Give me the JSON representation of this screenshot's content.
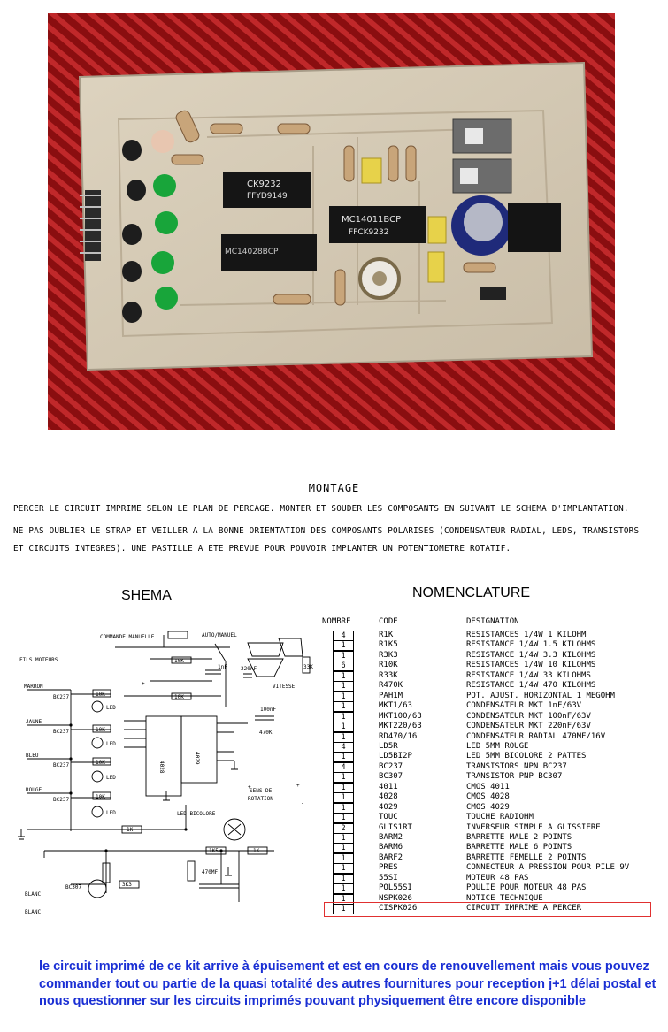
{
  "photo": {
    "chip_labels": [
      "CK9232",
      "FFYD9149",
      "MC14028BCP",
      "MC14011BCP",
      "FFCK9232"
    ]
  },
  "montage": {
    "title": "MONTAGE",
    "lines": [
      "PERCER LE CIRCUIT IMPRIME SELON LE PLAN  DE PERCAGE. MONTER ET SOUDER LES COMPOSANTS EN SUIVANT LE SCHEMA D'IMPLANTATION.",
      "NE PAS OUBLIER LE STRAP ET VEILLER A LA BONNE ORIENTATION DES COMPOSANTS POLARISES (CONDENSATEUR RADIAL, LEDS, TRANSISTORS",
      "ET CIRCUITS INTEGRES). UNE PASTILLE A ETE PREVUE POUR  POUVOIR  IMPLANTER UN POTENTIOMETRE ROTATIF."
    ]
  },
  "shema": {
    "heading": "SHEMA",
    "labels": {
      "commande": "COMMANDE MANUELLE",
      "auto": "AUTO/MANUEL",
      "fils": "FILS MOTEURS",
      "marron": "MARRON",
      "jaune": "JAUNE",
      "bleu": "BLEU",
      "rouge": "ROUGE",
      "blanc1": "BLANC",
      "blanc2": "BLANC",
      "bc237": "BC237",
      "bc307": "BC307",
      "led": "LED",
      "led_bicolore": "LED BICOLORE",
      "sens": "SENS DE",
      "rotation": "ROTATION",
      "vitesse": "VITESSE",
      "r10k": "10K",
      "r1k": "1K",
      "r1k5": "1K5",
      "r3k3": "3K3",
      "r33k": "33K",
      "r470k": "470K",
      "c1nf": "1nF",
      "c220nf": "220nF",
      "c100nf": "100nF",
      "c470mf": "470MF",
      "ic4028": "4028",
      "ic4029": "4029",
      "plus": "+",
      "minus": "-"
    }
  },
  "nomenclature": {
    "heading": "NOMENCLATURE",
    "col_nombre": "NOMBRE",
    "col_code": "CODE",
    "col_designation": "DESIGNATION",
    "rows": [
      {
        "qty": "4",
        "code": "R1K",
        "designation": "RESISTANCES 1/4W 1 KILOHM"
      },
      {
        "qty": "1",
        "code": "R1K5",
        "designation": "RESISTANCE 1/4W 1.5 KILOHMS"
      },
      {
        "qty": "1",
        "code": "R3K3",
        "designation": "RESISTANCE 1/4W 3.3 KILOHMS"
      },
      {
        "qty": "6",
        "code": "R10K",
        "designation": "RESISTANCES 1/4W 10 KILOHMS"
      },
      {
        "qty": "1",
        "code": "R33K",
        "designation": "RESISTANCE 1/4W 33 KILOHMS"
      },
      {
        "qty": "1",
        "code": "R470K",
        "designation": "RESISTANCE 1/4W 470 KILOHMS"
      },
      {
        "qty": "1",
        "code": "PAH1M",
        "designation": "POT. AJUST. HORIZONTAL 1 MEGOHM"
      },
      {
        "qty": "1",
        "code": "MKT1/63",
        "designation": "CONDENSATEUR MKT 1nF/63V"
      },
      {
        "qty": "1",
        "code": "MKT100/63",
        "designation": "CONDENSATEUR MKT 100nF/63V"
      },
      {
        "qty": "1",
        "code": "MKT220/63",
        "designation": "CONDENSATEUR MKT 220nF/63V"
      },
      {
        "qty": "1",
        "code": "RD470/16",
        "designation": "CONDENSATEUR RADIAL 470MF/16V"
      },
      {
        "qty": "4",
        "code": "LD5R",
        "designation": "LED 5MM ROUGE"
      },
      {
        "qty": "1",
        "code": "LD5BI2P",
        "designation": "LED 5MM BICOLORE 2 PATTES"
      },
      {
        "qty": "4",
        "code": "BC237",
        "designation": "TRANSISTORS NPN BC237"
      },
      {
        "qty": "1",
        "code": "BC307",
        "designation": "TRANSISTOR PNP BC307"
      },
      {
        "qty": "1",
        "code": "4011",
        "designation": "CMOS 4011"
      },
      {
        "qty": "1",
        "code": "4028",
        "designation": "CMOS 4028"
      },
      {
        "qty": "1",
        "code": "4029",
        "designation": "CMOS 4029"
      },
      {
        "qty": "1",
        "code": "TOUC",
        "designation": "TOUCHE RADIOHM"
      },
      {
        "qty": "2",
        "code": "GLIS1RT",
        "designation": "INVERSEUR SIMPLE A GLISSIERE"
      },
      {
        "qty": "1",
        "code": "BARM2",
        "designation": "BARRETTE MALE 2 POINTS"
      },
      {
        "qty": "1",
        "code": "BARM6",
        "designation": "BARRETTE MALE 6 POINTS"
      },
      {
        "qty": "1",
        "code": "BARF2",
        "designation": "BARRETTE FEMELLE 2 POINTS"
      },
      {
        "qty": "1",
        "code": "PRES",
        "designation": "CONNECTEUR A PRESSION POUR PILE 9V"
      },
      {
        "qty": "1",
        "code": "55SI",
        "designation": "MOTEUR 48 PAS"
      },
      {
        "qty": "1",
        "code": "POL55SI",
        "designation": "POULIE POUR MOTEUR 48 PAS"
      },
      {
        "qty": "1",
        "code": "NSPK026",
        "designation": "NOTICE TECHNIQUE"
      },
      {
        "qty": "1",
        "code": "CISPK026",
        "designation": "CIRCUIT IMPRIME A PERCER"
      }
    ]
  },
  "footer": {
    "text": "le circuit imprimé de ce kit arrive à épuisement et est en cours de renouvellement mais vous pouvez commander tout ou partie de la quasi totalité des autres fournitures pour reception j+1 délai postal et nous questionner sur les circuits imprimés pouvant physiquement être encore disponible"
  }
}
